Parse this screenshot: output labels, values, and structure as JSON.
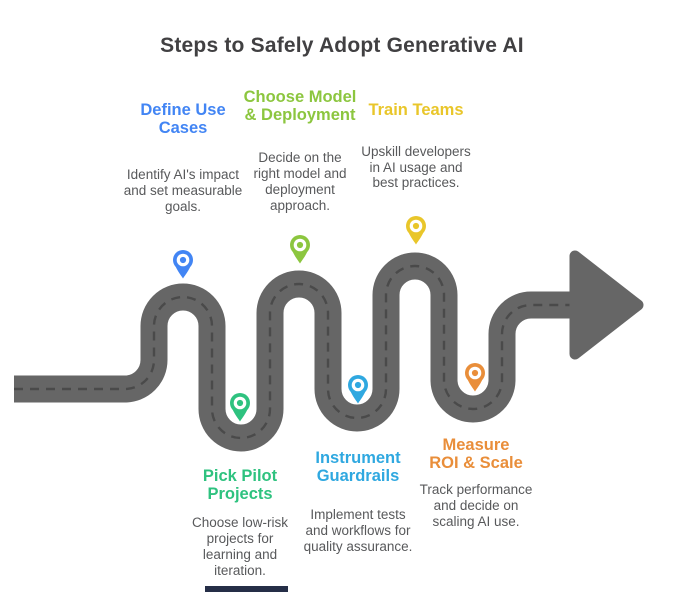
{
  "title": "Steps to Safely Adopt Generative AI",
  "colors": {
    "title_text": "#414042",
    "body_text": "#58595B",
    "footer_bar": "#252E47"
  },
  "road": {
    "color": "#666666",
    "dash_color": "#4A4A4A"
  },
  "steps": [
    {
      "heading": "Define Use Cases",
      "body": "Identify AI's impact and set measurable goals.",
      "color": "#4285F4",
      "pin": "blue-location-pin"
    },
    {
      "heading": "Choose Model & Deployment",
      "body": "Decide on the right model and deployment approach.",
      "color": "#8CC63F",
      "pin": "green-location-pin"
    },
    {
      "heading": "Train Teams",
      "body": "Upskill developers in AI usage and best practices.",
      "color": "#E9C62A",
      "pin": "yellow-location-pin"
    },
    {
      "heading": "Pick Pilot Projects",
      "body": "Choose low-risk projects for learning and iteration.",
      "color": "#2EC27F",
      "pin": "teal-location-pin"
    },
    {
      "heading": "Instrument Guardrails",
      "body": "Implement tests and workflows for quality assurance.",
      "color": "#2FA8E0",
      "pin": "cyan-location-pin"
    },
    {
      "heading": "Measure ROI & Scale",
      "body": "Track performance and decide on scaling AI use.",
      "color": "#E98E3A",
      "pin": "orange-location-pin"
    }
  ]
}
